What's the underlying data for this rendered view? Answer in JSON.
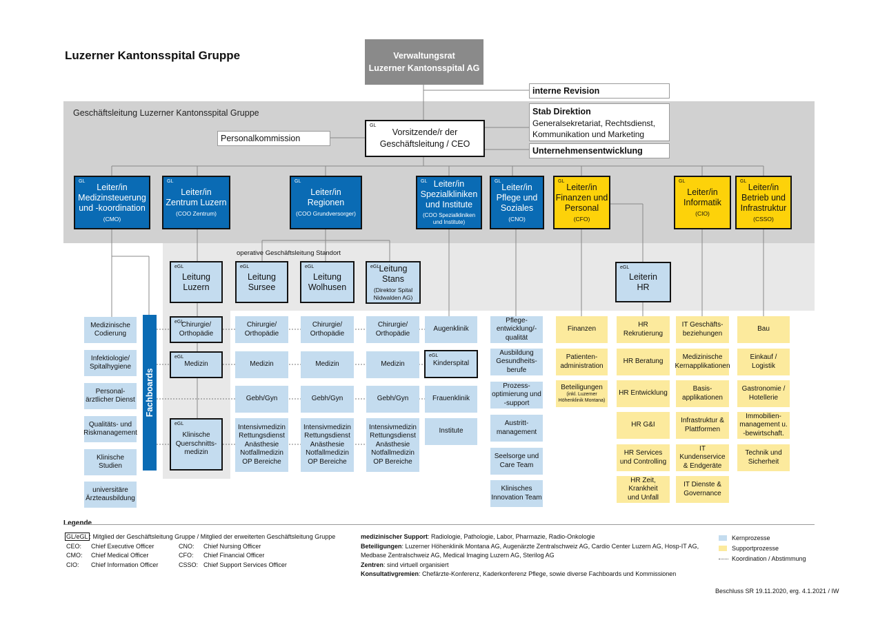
{
  "title": "Luzerner Kantonsspital Gruppe",
  "board": {
    "line1": "Verwaltungsrat",
    "line2": "Luzerner Kantonsspital AG"
  },
  "revision": "interne Revision",
  "stab": {
    "title": "Stab Direktion",
    "line1": "Generalsekretariat, Rechtsdienst,",
    "line2": "Kommunikation und Marketing"
  },
  "unternehmensentwicklung": "Unternehmensentwicklung",
  "gl_band_label": "Geschäftsleitung Luzerner Kantonsspital Gruppe",
  "personalkommission": "Personalkommission",
  "tag_gl": "GL",
  "tag_egl": "eGL",
  "ceo": {
    "line1": "Vorsitzende/r der",
    "line2": "Geschäftsleitung / CEO"
  },
  "leaders": [
    {
      "l1": "Leiter/in",
      "l2": "Medizinsteuerung",
      "l3": "und -koordination",
      "sub1": "(CMO)",
      "sub2": ""
    },
    {
      "l1": "Leiter/in",
      "l2": "Zentrum Luzern",
      "l3": "",
      "sub1": "(COO Zentrum)",
      "sub2": ""
    },
    {
      "l1": "Leiter/in",
      "l2": "Regionen",
      "l3": "",
      "sub1": "(COO Grundversorger)",
      "sub2": ""
    },
    {
      "l1": "Leiter/in",
      "l2": "Spezialkliniken",
      "l3": "und Institute",
      "sub1": "(COO Spezialkliniken",
      "sub2": "und Institute)"
    },
    {
      "l1": "Leiter/in",
      "l2": "Pflege und",
      "l3": "Soziales",
      "sub1": "(CNO)",
      "sub2": ""
    },
    {
      "l1": "Leiter/in",
      "l2": "Finanzen und",
      "l3": "Personal",
      "sub1": "(CFO)",
      "sub2": ""
    },
    {
      "l1": "Leiter/in",
      "l2": "Informatik",
      "l3": "",
      "sub1": "(CIO)",
      "sub2": ""
    },
    {
      "l1": "Leiter/in",
      "l2": "Betrieb und",
      "l3": "Infrastruktur",
      "sub1": "(CSSO)",
      "sub2": ""
    }
  ],
  "operative_label": "operative Geschäftsleitung Standort",
  "sites": [
    {
      "l1": "Leitung",
      "l2": "Luzern",
      "sub1": "",
      "sub2": ""
    },
    {
      "l1": "Leitung",
      "l2": "Sursee",
      "sub1": "",
      "sub2": ""
    },
    {
      "l1": "Leitung",
      "l2": "Wolhusen",
      "sub1": "",
      "sub2": ""
    },
    {
      "l1": "Leitung",
      "l2": "Stans",
      "sub1": "(Direktor Spital",
      "sub2": "Nidwalden AG)"
    }
  ],
  "hr_head": {
    "l1": "Leiterin",
    "l2": "HR"
  },
  "fachboards": "Fachboards",
  "cmo_units": [
    [
      "Medizinische",
      "Codierung"
    ],
    [
      "Infektiologie/",
      "Spitalhygiene"
    ],
    [
      "Personal-",
      "ärztlicher Dienst"
    ],
    [
      "Qualitäts- und",
      "Riskmanagement"
    ],
    [
      "Klinische",
      "Studien"
    ],
    [
      "universitäre",
      "Ärzteausbildung"
    ]
  ],
  "luzern_units": [
    [
      "Chirurgie/",
      "Orthopädie"
    ],
    [
      "Medizin"
    ],
    [
      "Klinische",
      "Querschnitts-",
      "medizin"
    ]
  ],
  "site_units": {
    "chir": [
      "Chirurgie/",
      "Orthopädie"
    ],
    "med": "Medizin",
    "geb": "Gebh/Gyn",
    "ints": [
      "Intensivmedizin",
      "Rettungsdienst",
      "Anästhesie",
      "Notfallmedizin",
      "OP Bereiche"
    ]
  },
  "spez_units": [
    "Augenklinik",
    "Kinderspital",
    "Frauenklinik",
    "Institute"
  ],
  "cno_units": [
    [
      "Pflege-",
      "entwicklung/-",
      "qualität"
    ],
    [
      "Ausbildung",
      "Gesundheits-",
      "berufe"
    ],
    [
      "Prozess-",
      "optimierung und",
      "-support"
    ],
    [
      "Austritt-",
      "management"
    ],
    [
      "Seelsorge und",
      "Care Team"
    ],
    [
      "Klinisches",
      "Innovation Team"
    ]
  ],
  "cfo_units": [
    [
      "Finanzen"
    ],
    [
      "Patienten-",
      "administration"
    ],
    [
      "Beteiligungen"
    ]
  ],
  "cfo_note": [
    "(inkl. Luzerner",
    "Höhenklinik Montana)"
  ],
  "hr_units": [
    [
      "HR",
      "Rekrutierung"
    ],
    [
      "HR Beratung"
    ],
    [
      "HR Entwicklung"
    ],
    [
      "HR G&I"
    ],
    [
      "HR Services",
      "und Controlling"
    ],
    [
      "HR Zeit, Krankheit",
      "und Unfall"
    ]
  ],
  "cio_units": [
    [
      "IT Geschäfts-",
      "beziehungen"
    ],
    [
      "Medizinische",
      "Kernapplikationen"
    ],
    [
      "Basis-",
      "applikationen"
    ],
    [
      "Infrastruktur &",
      "Plattformen"
    ],
    [
      "IT Kundenservice",
      "& Endgeräte"
    ],
    [
      "IT Dienste &",
      "Governance"
    ]
  ],
  "csso_units": [
    [
      "Bau"
    ],
    [
      "Einkauf /",
      "Logistik"
    ],
    [
      "Gastronomie /",
      "Hotellerie"
    ],
    [
      "Immobilien-",
      "management u.",
      "-bewirtschaft."
    ],
    [
      "Technik und",
      "Sicherheit"
    ]
  ],
  "legend": {
    "title": "Legende",
    "gl_key": "GL/eGL",
    "gl_text": ": Mitglied der Geschäftsleitung Gruppe / Mitglied der erweiterten Geschäftsleitung Gruppe",
    "abbr": [
      [
        "CEO:",
        "Chief Executive Officer"
      ],
      [
        "CNO:",
        "Chief Nursing Officer"
      ],
      [
        "CMO:",
        "Chief Medical Officer"
      ],
      [
        "CFO:",
        "Chief Financial Officer"
      ],
      [
        "CIO:",
        "Chief Information Officer"
      ],
      [
        "CSSO:",
        "Chief Support Services Officer"
      ]
    ],
    "notes": [
      [
        "medizinischer Support",
        ": Radiologie, Pathologie, Labor, Pharmazie, Radio-Onkologie"
      ],
      [
        "Beteiligungen",
        ": Luzerner Höhenklinik Montana AG, Augenärzte Zentralschweiz AG, Cardio Center Luzern AG, Hosp-IT AG,"
      ],
      [
        "",
        "Medbase Zentralschweiz AG, Medical Imaging Luzern AG, Sterilog AG"
      ],
      [
        "Zentren",
        ": sind virtuell organisiert"
      ],
      [
        "Konsultativgremien",
        ": Chefärzte-Konferenz, Kaderkonferenz Pflege, sowie diverse Fachboards und Kommissionen"
      ]
    ],
    "kern": "Kernprozesse",
    "support": "Supportprozesse",
    "koord": "Koordination / Abstimmung"
  },
  "footer": "Beschluss SR 19.11.2020, erg. 4.1.2021 / IW",
  "colors": {
    "blue": "#0a6bb4",
    "yellow": "#fdd20a",
    "lightblue": "#c4dcef",
    "lightyellow": "#fcea9d",
    "grey": "#d0d0d0"
  }
}
